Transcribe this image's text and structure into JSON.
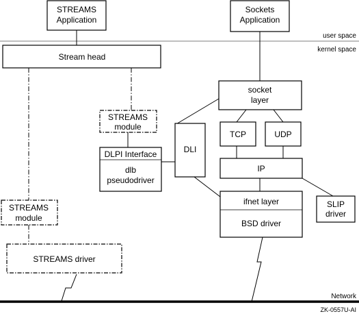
{
  "diagram": {
    "streams_application": [
      "STREAMS",
      "Application"
    ],
    "sockets_application": [
      "Sockets",
      "Application"
    ],
    "user_space": "user space",
    "kernel_space": "kernel space",
    "stream_head": "Stream head",
    "socket_layer": [
      "socket",
      "layer"
    ],
    "streams_module_upper": [
      "STREAMS",
      "module"
    ],
    "dli": "DLI",
    "tcp": "TCP",
    "udp": "UDP",
    "dlpi_interface": "DLPI Interface",
    "dlb_pseudodriver": [
      "dlb",
      "pseudodriver"
    ],
    "ip": "IP",
    "ifnet_layer": "ifnet layer",
    "bsd_driver": "BSD driver",
    "slip_driver": [
      "SLIP",
      "driver"
    ],
    "streams_module_lower": [
      "STREAMS",
      "module"
    ],
    "streams_driver": "STREAMS driver",
    "network": "Network",
    "figure_id": "ZK-0557U-AI"
  }
}
